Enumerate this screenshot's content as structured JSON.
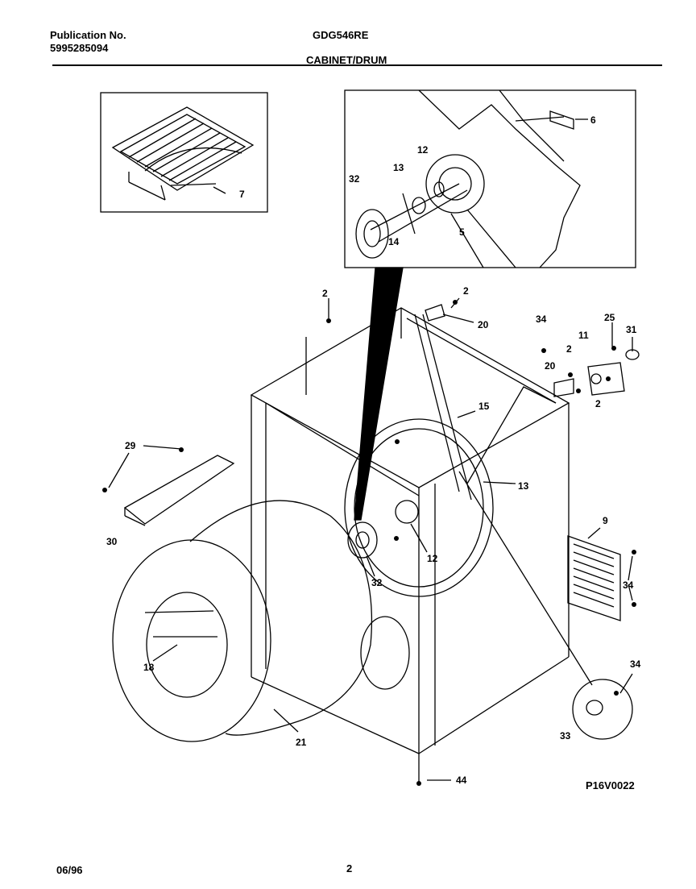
{
  "header": {
    "publication_label": "Publication No.",
    "publication_number": "5995285094",
    "model": "GDG546RE",
    "section": "CABINET/DRUM"
  },
  "diagram": {
    "drawing_id": "P16V0022",
    "callouts": [
      "2",
      "2",
      "20",
      "34",
      "25",
      "11",
      "31",
      "2",
      "20",
      "2",
      "15",
      "13",
      "29",
      "30",
      "12",
      "32",
      "9",
      "34",
      "18",
      "21",
      "34",
      "33",
      "44",
      "7",
      "6",
      "12",
      "13",
      "32",
      "14",
      "5"
    ]
  },
  "footer": {
    "date": "06/96",
    "page": "2"
  }
}
